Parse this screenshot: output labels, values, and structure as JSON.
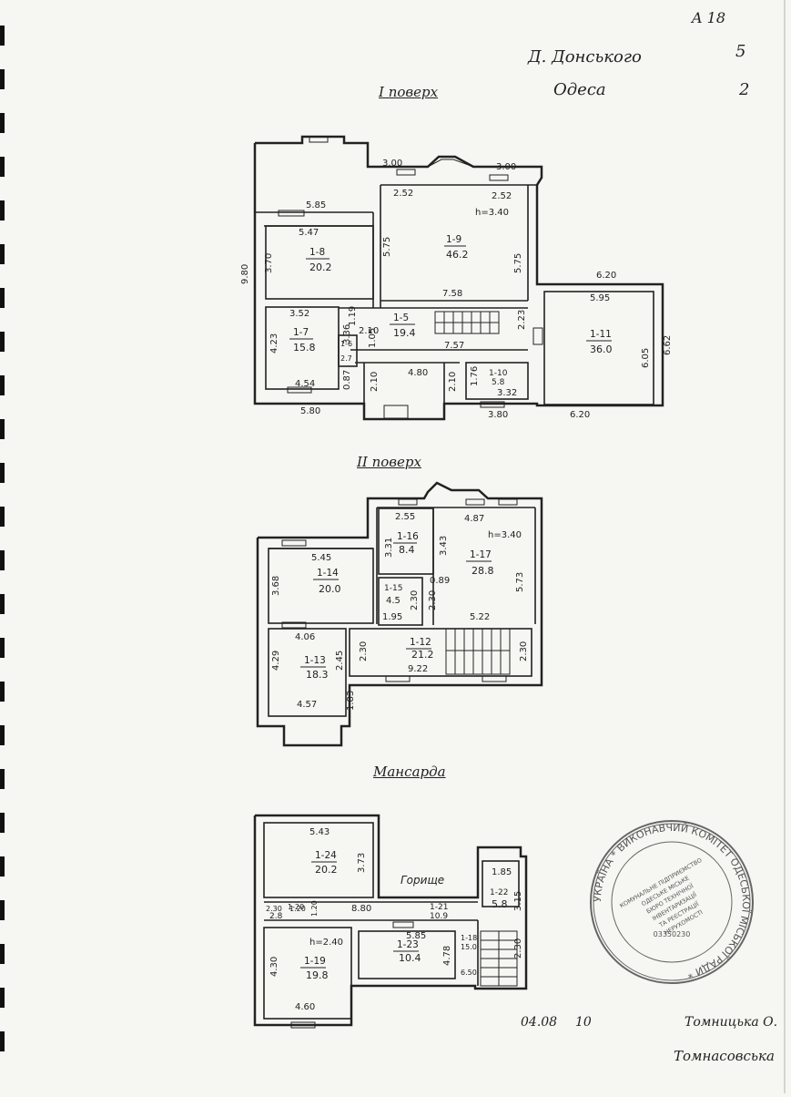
{
  "header": {
    "corner": "A 18",
    "street": "Д. Донського",
    "street_no": "5",
    "city": "Одеса",
    "city_no": "2"
  },
  "sections": {
    "floor1": "I поверх",
    "floor2": "II поверх",
    "attic": "Мансарда"
  },
  "floor1": {
    "rooms": [
      {
        "id": "1-9",
        "area": "46.2"
      },
      {
        "id": "1-8",
        "area": "20.2"
      },
      {
        "id": "1-7",
        "area": "15.8"
      },
      {
        "id": "1-5",
        "area": "19.4"
      },
      {
        "id": "1-6",
        "area": "2.7"
      },
      {
        "id": "1-10",
        "area": "5.8"
      },
      {
        "id": "1-11",
        "area": "36.0"
      }
    ],
    "dims": [
      "3.00",
      "3.00",
      "2.52",
      "2.52",
      "h=3.40",
      "5.85",
      "5.47",
      "3.70",
      "5.75",
      "5.75",
      "9.80",
      "7.58",
      "3.52",
      "1.19",
      "3.36",
      "2.10",
      "1.05",
      "7.57",
      "2.23",
      "4.23",
      "4.54",
      "0.87",
      "2.10",
      "4.80",
      "2.10",
      "1.76",
      "3.32",
      "5.80",
      "3.80",
      "6.20",
      "5.95",
      "6.05",
      "6.62",
      "6.20"
    ]
  },
  "floor2": {
    "rooms": [
      {
        "id": "1-16",
        "area": "8.4"
      },
      {
        "id": "1-17",
        "area": "28.8"
      },
      {
        "id": "1-14",
        "area": "20.0"
      },
      {
        "id": "1-15",
        "area": "4.5"
      },
      {
        "id": "1-13",
        "area": "18.3"
      },
      {
        "id": "1-12",
        "area": "21.2"
      }
    ],
    "dims": [
      "2.55",
      "4.87",
      "h=3.40",
      "3.31",
      "3.43",
      "5.45",
      "0.89",
      "5.73",
      "3.68",
      "2.30",
      "2.30",
      "1.95",
      "5.22",
      "4.06",
      "2.45",
      "2.30",
      "2.30",
      "4.29",
      "9.22",
      "1.83",
      "4.57"
    ]
  },
  "attic": {
    "rooms": [
      {
        "id": "1-24",
        "area": "20.2"
      },
      {
        "id": "1-22",
        "area": "5.8"
      },
      {
        "id": "1-21",
        "area": "10.9"
      },
      {
        "id": "1-20",
        "area": "2.8"
      },
      {
        "id": "1-19",
        "area": "19.8"
      },
      {
        "id": "1-23",
        "area": "10.4"
      },
      {
        "id": "1-18",
        "area": "15.0"
      }
    ],
    "label": "Горище",
    "dims": [
      "5.43",
      "3.73",
      "1.85",
      "2.30",
      "1.20",
      "1.20",
      "8.80",
      "3.15",
      "h=2.40",
      "5.85",
      "4.30",
      "4.78",
      "2.30",
      "6.50",
      "4.60"
    ]
  },
  "footer": {
    "date": "04.08",
    "year": "10",
    "sign1": "Томницька О.",
    "sign2": "Томнасовська"
  },
  "stamp": {
    "text": "УКРАЇНА * ВИКОНАВЧИЙ КОМІТЕТ ОДЕСЬКОЇ МІСЬКОЇ РАДИ *",
    "inner": "КОМУНАЛЬНЕ ПІДПРИЄМСТВО ОДЕСЬКЕ МІСЬКЕ БЮРО ТЕХНІЧНОЇ ІНВЕНТАРИЗАЦІЇ ТА РЕЄСТРАЦІЇ ОБ'ЄКТІВ НЕРУХОМОСТІ",
    "code": "03350230"
  }
}
